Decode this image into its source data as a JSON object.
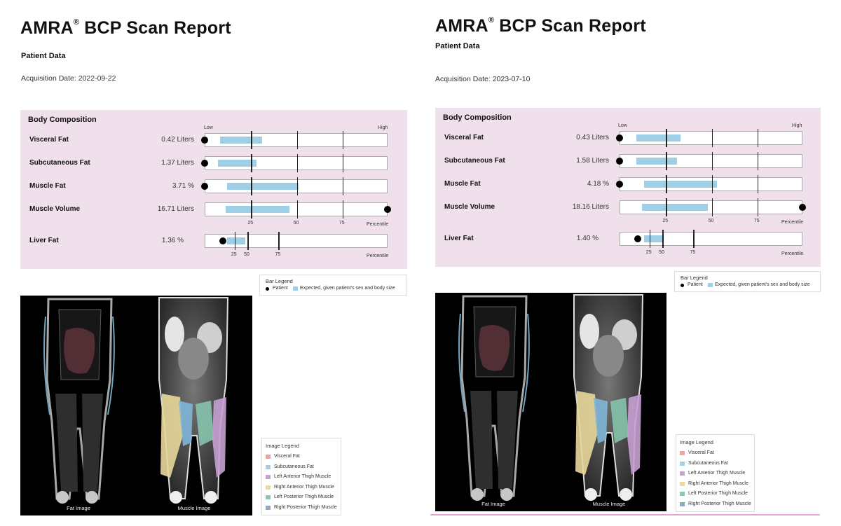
{
  "reports": [
    {
      "title": "AMRA",
      "title_reg": "®",
      "title_rest": " BCP Scan Report",
      "patient_label": "Patient Data",
      "acquisition": "Acquisition Date: 2022-09-22",
      "body_comp": {
        "title": "Body Composition",
        "low": "Low",
        "high": "High",
        "rows": [
          {
            "label": "Visceral Fat",
            "value": "0.42 Liters",
            "patient_pct": 0.0,
            "expected": [
              0.08,
              0.31
            ]
          },
          {
            "label": "Subcutaneous Fat",
            "value": "1.37 Liters",
            "patient_pct": 0.0,
            "expected": [
              0.07,
              0.28
            ]
          },
          {
            "label": "Muscle Fat",
            "value": "3.71 %",
            "patient_pct": 0.0,
            "expected": [
              0.12,
              0.51
            ]
          },
          {
            "label": "Muscle Volume",
            "value": "16.71 Liters",
            "patient_pct": 1.0,
            "expected": [
              0.11,
              0.46
            ]
          }
        ],
        "ticks": [
          "25",
          "50",
          "75"
        ],
        "percentile": "Percentile",
        "liver": {
          "label": "Liver Fat",
          "value": "1.36 %",
          "patient_pct": 0.1,
          "expected": [
            0.12,
            0.22
          ]
        },
        "liver_ticks": [
          "25",
          "50",
          "75"
        ],
        "liver_percentile": "Percentile"
      },
      "bar_legend": {
        "title": "Bar Legend",
        "patient": "Patient",
        "expected": "Expected, given patient's sex and body size"
      },
      "image_legend": {
        "title": "Image Legend",
        "items": [
          {
            "label": "Visceral Fat",
            "color": "#e8a5a5"
          },
          {
            "label": "Subcutaneous Fat",
            "color": "#a6cfe6"
          },
          {
            "label": "Left Anterior Thigh Muscle",
            "color": "#c9a2d4"
          },
          {
            "label": "Right Anterior Thigh Muscle",
            "color": "#ecd9a0"
          },
          {
            "label": "Left Posterior Thigh Muscle",
            "color": "#8cc6b5"
          },
          {
            "label": "Right Posterior Thigh Muscle",
            "color": "#8fa9c4"
          }
        ]
      },
      "fat_image_label": "Fat Image",
      "muscle_image_label": "Muscle Image"
    },
    {
      "title": "AMRA",
      "title_reg": "®",
      "title_rest": " BCP Scan Report",
      "patient_label": "Patient Data",
      "acquisition": "Acquisition Date: 2023-07-10",
      "body_comp": {
        "title": "Body Composition",
        "low": "Low",
        "high": "High",
        "rows": [
          {
            "label": "Visceral Fat",
            "value": "0.43 Liters",
            "patient_pct": 0.0,
            "expected": [
              0.09,
              0.33
            ]
          },
          {
            "label": "Subcutaneous Fat",
            "value": "1.58 Liters",
            "patient_pct": 0.0,
            "expected": [
              0.09,
              0.31
            ]
          },
          {
            "label": "Muscle Fat",
            "value": "4.18 %",
            "patient_pct": 0.0,
            "expected": [
              0.13,
              0.53
            ]
          },
          {
            "label": "Muscle Volume",
            "value": "18.16 Liters",
            "patient_pct": 1.0,
            "expected": [
              0.12,
              0.48
            ]
          }
        ],
        "ticks": [
          "25",
          "50",
          "75"
        ],
        "percentile": "Percentile",
        "liver": {
          "label": "Liver Fat",
          "value": "1.40 %",
          "patient_pct": 0.1,
          "expected": [
            0.13,
            0.23
          ]
        },
        "liver_ticks": [
          "25",
          "50",
          "75"
        ],
        "liver_percentile": "Percentile"
      },
      "bar_legend": {
        "title": "Bar Legend",
        "patient": "Patient",
        "expected": "Expected, given patient's sex and body size"
      },
      "image_legend": {
        "title": "Image Legend",
        "items": [
          {
            "label": "Visceral Fat",
            "color": "#e8a5a5"
          },
          {
            "label": "Subcutaneous Fat",
            "color": "#a6cfe6"
          },
          {
            "label": "Left Anterior Thigh Muscle",
            "color": "#c9a2d4"
          },
          {
            "label": "Right Anterior Thigh Muscle",
            "color": "#ecd9a0"
          },
          {
            "label": "Left Posterior Thigh Muscle",
            "color": "#8cc6b5"
          },
          {
            "label": "Right Posterior Thigh Muscle",
            "color": "#8fa9c4"
          }
        ]
      },
      "fat_image_label": "Fat Image",
      "muscle_image_label": "Muscle Image"
    }
  ]
}
